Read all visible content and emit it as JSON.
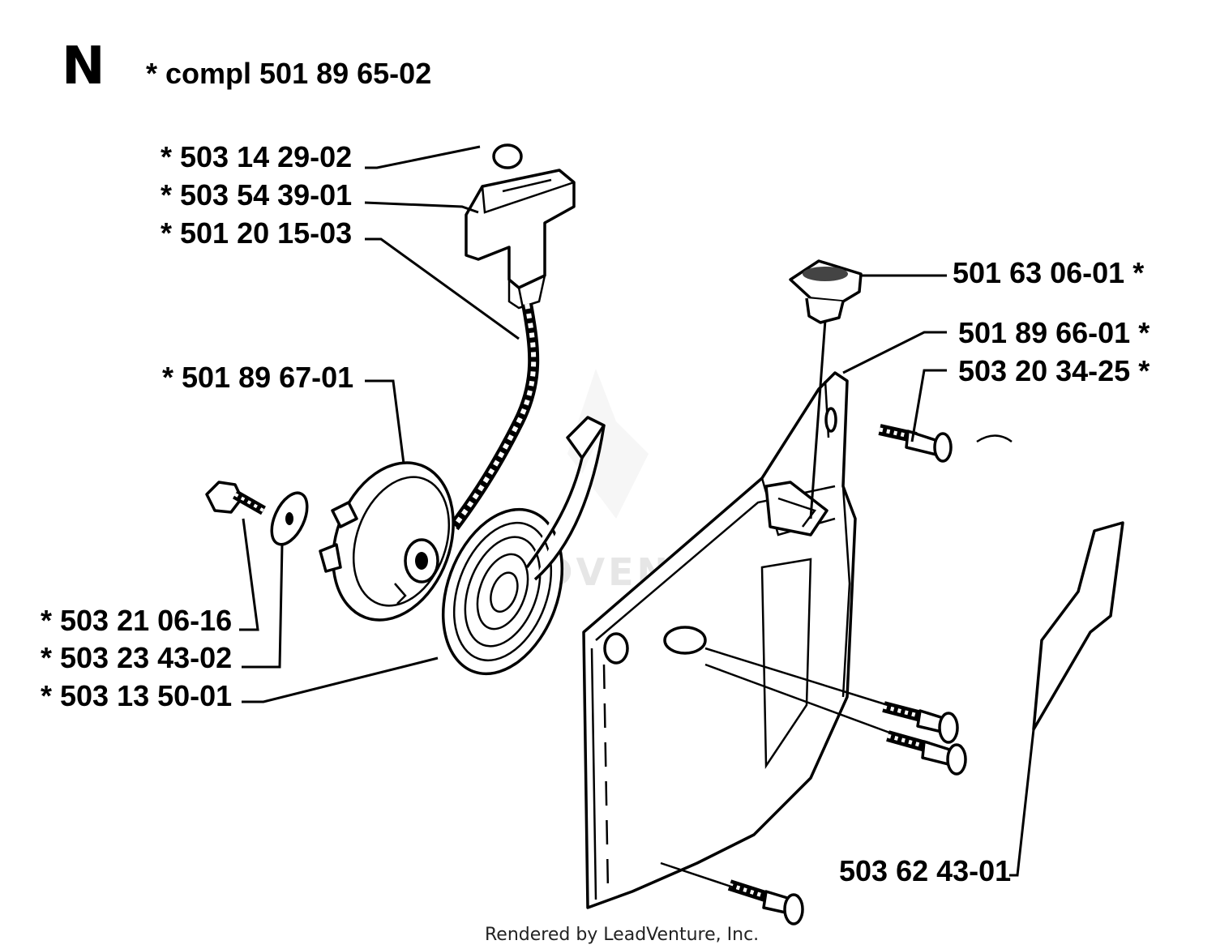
{
  "section_letter": "N",
  "assembly_label": "*  compl 501 89 65-02",
  "footer": "Rendered by LeadVenture, Inc.",
  "watermark": "LEADVENTURE",
  "parts": [
    {
      "id": "p1",
      "label": "*  503 14 29-02"
    },
    {
      "id": "p2",
      "label": "*  503 54 39-01"
    },
    {
      "id": "p3",
      "label": "*  501 20 15-03"
    },
    {
      "id": "p4",
      "label": "*  501 89 67-01"
    },
    {
      "id": "p5",
      "label": "*  503 21 06-16"
    },
    {
      "id": "p6",
      "label": "*  503 23 43-02"
    },
    {
      "id": "p7",
      "label": "*  503 13 50-01"
    },
    {
      "id": "p8",
      "label": "501 63 06-01  *"
    },
    {
      "id": "p9",
      "label": "501 89 66-01  *"
    },
    {
      "id": "p10",
      "label": "503 20 34-25  *"
    },
    {
      "id": "p11",
      "label": "503 62 43-01"
    }
  ]
}
